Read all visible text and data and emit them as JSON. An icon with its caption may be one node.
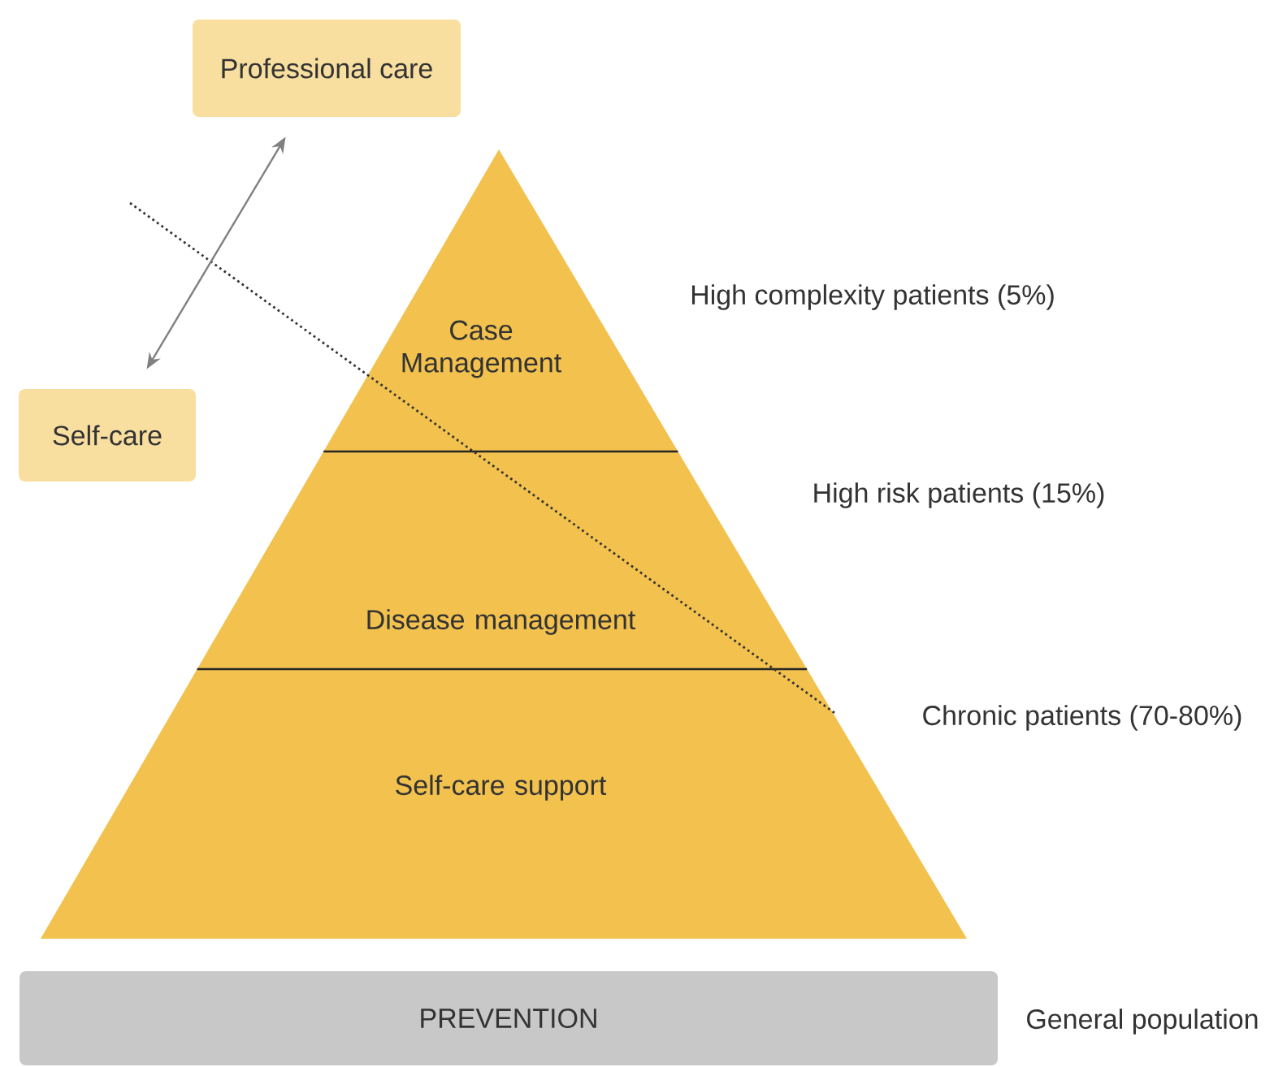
{
  "diagram": {
    "nodes": [
      {
        "text": [
          "Professional care"
        ]
      },
      {
        "text": [
          "Self-care"
        ]
      },
      {
        "text": [
          "Case Management"
        ],
        "beside": [
          "High complexity patients (5%)"
        ]
      },
      {
        "text": [
          "Disease management"
        ],
        "beside": [
          "High risk patients (15%)"
        ]
      },
      {
        "text": [
          "Self-care support"
        ],
        "beside": [
          "Chronic patients (70-80%)"
        ]
      },
      {
        "text": [
          "PREVENTION"
        ],
        "beside": [
          "General population"
        ]
      }
    ],
    "edges": [
      {
        "from": 0,
        "to": 1,
        "arrow": "both"
      }
    ]
  }
}
